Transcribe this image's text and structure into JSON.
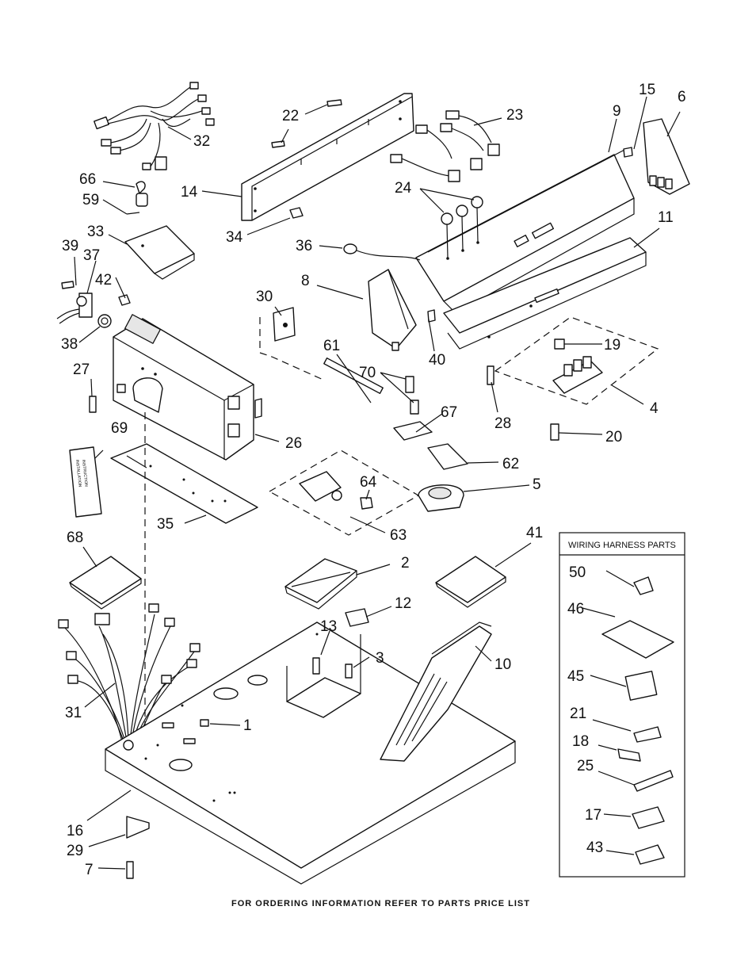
{
  "footer_text": "FOR ORDERING INFORMATION REFER TO PARTS PRICE LIST",
  "wiring_box": {
    "title": "WIRING HARNESS PARTS",
    "labels": [
      "50",
      "46",
      "45",
      "21",
      "18",
      "25",
      "17",
      "43"
    ]
  },
  "small_print": {
    "booklet_line1": "INSTALLATION",
    "booklet_line2": "INSTRUCTION"
  },
  "callouts": [
    "32",
    "22",
    "14",
    "34",
    "23",
    "9",
    "15",
    "6",
    "24",
    "36",
    "11",
    "66",
    "59",
    "33",
    "39",
    "37",
    "42",
    "38",
    "8",
    "30",
    "40",
    "19",
    "27",
    "61",
    "70",
    "67",
    "26",
    "28",
    "4",
    "20",
    "69",
    "62",
    "5",
    "64",
    "35",
    "63",
    "68",
    "2",
    "41",
    "12",
    "13",
    "3",
    "10",
    "31",
    "1",
    "16",
    "29",
    "7"
  ]
}
